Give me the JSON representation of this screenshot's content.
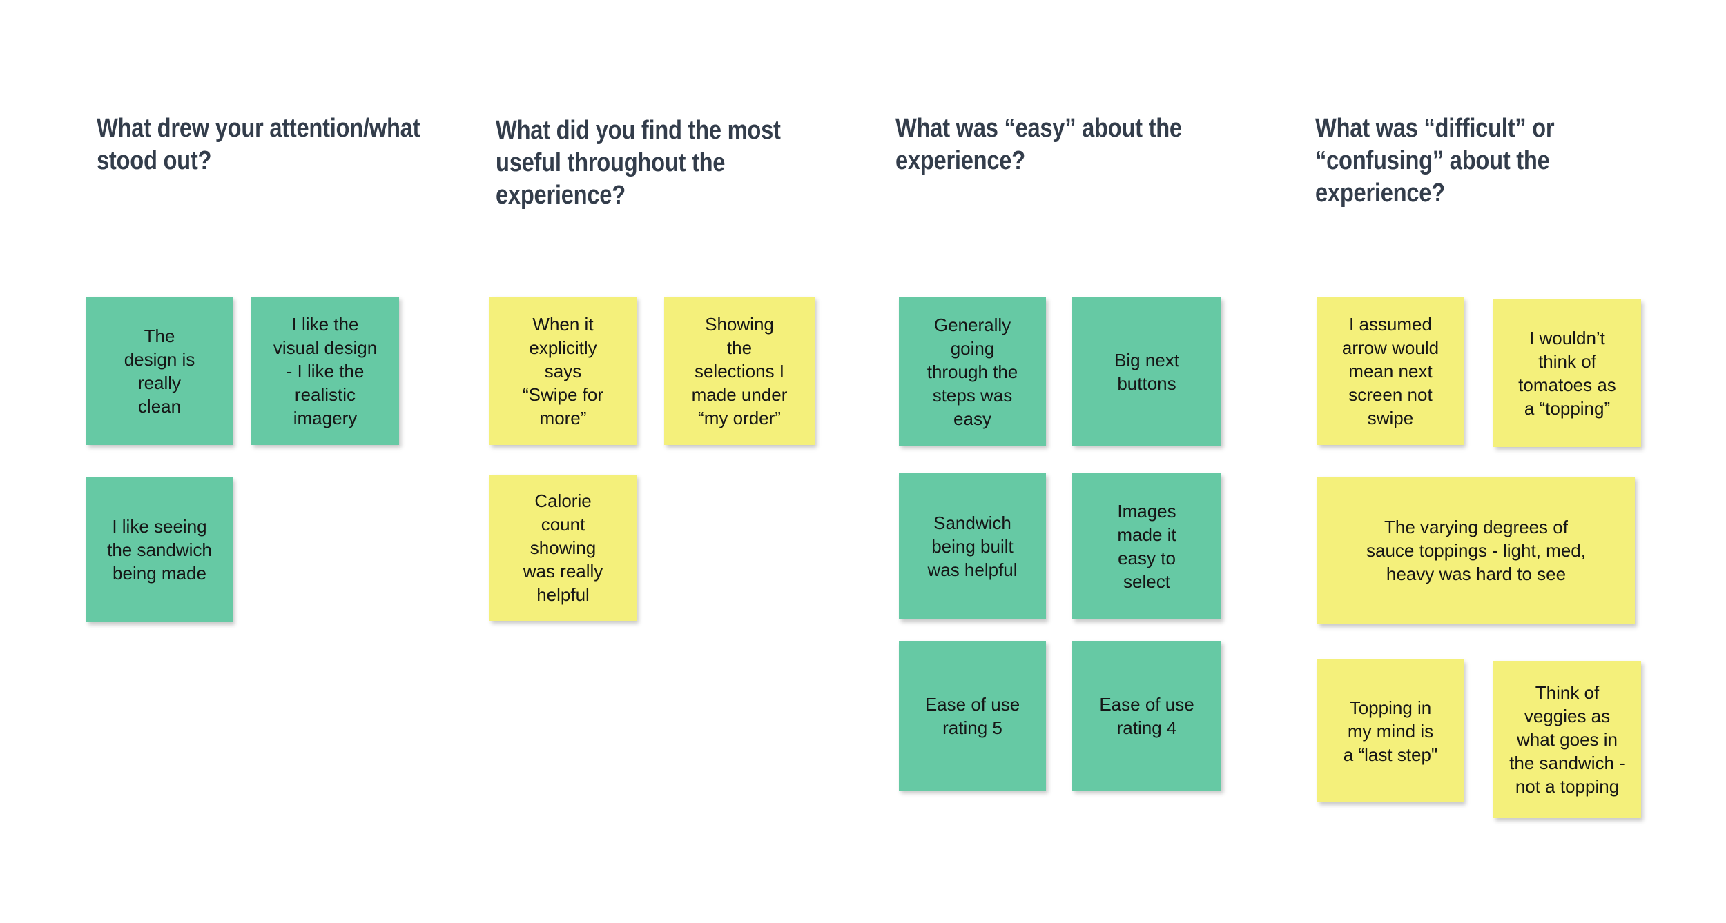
{
  "palette": {
    "note_green": "#66c9a4",
    "note_yellow": "#f4f07b",
    "heading_text": "#333d4b",
    "note_text": "#161616",
    "background": "#ffffff"
  },
  "columns": [
    {
      "id": "attention",
      "heading": "What drew your attention/what\nstood out?",
      "notes": [
        {
          "color": "green",
          "text": "The\ndesign is\nreally\nclean"
        },
        {
          "color": "green",
          "text": "I like the\nvisual design\n- I like the\nrealistic\nimagery"
        },
        {
          "color": "green",
          "text": "I like seeing\nthe sandwich\nbeing made"
        }
      ]
    },
    {
      "id": "useful",
      "heading": "What did you find the most\nuseful throughout the\nexperience?",
      "notes": [
        {
          "color": "yellow",
          "text": "When it\nexplicitly\nsays\n“Swipe for\nmore”"
        },
        {
          "color": "yellow",
          "text": "Showing\nthe\nselections I\nmade under\n“my order”"
        },
        {
          "color": "yellow",
          "text": "Calorie\ncount\nshowing\nwas really\nhelpful"
        }
      ]
    },
    {
      "id": "easy",
      "heading": "What was “easy” about the\nexperience?",
      "notes": [
        {
          "color": "green",
          "text": "Generally\ngoing\nthrough the\nsteps was\neasy"
        },
        {
          "color": "green",
          "text": "Big next\nbuttons"
        },
        {
          "color": "green",
          "text": "Sandwich\nbeing built\nwas helpful"
        },
        {
          "color": "green",
          "text": "Images\nmade it\neasy to\nselect"
        },
        {
          "color": "green",
          "text": "Ease of use\nrating 5"
        },
        {
          "color": "green",
          "text": "Ease of use\nrating 4"
        }
      ]
    },
    {
      "id": "difficult",
      "heading": "What was “difficult” or\n“confusing” about the\nexperience?",
      "notes": [
        {
          "color": "yellow",
          "text": "I assumed\narrow would\nmean next\nscreen not\nswipe"
        },
        {
          "color": "yellow",
          "text": "I wouldn’t\nthink of\ntomatoes as\na “topping”"
        },
        {
          "color": "yellow",
          "text": "The varying degrees of\nsauce toppings - light, med,\nheavy was hard to see"
        },
        {
          "color": "yellow",
          "text": "Topping in\nmy mind is\na “last step\""
        },
        {
          "color": "yellow",
          "text": "Think of\nveggies as\nwhat goes in\nthe sandwich -\nnot a topping"
        }
      ]
    }
  ]
}
